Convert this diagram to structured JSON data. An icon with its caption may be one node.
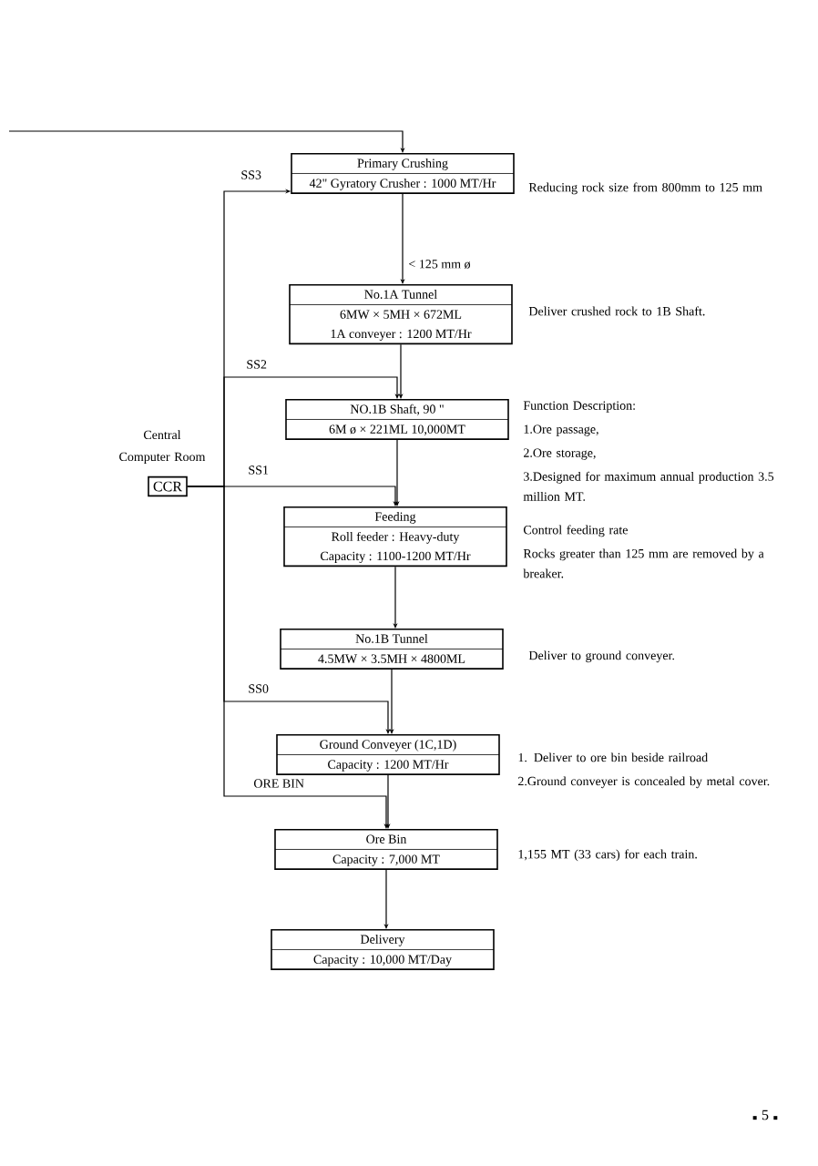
{
  "diagram": {
    "nodes": [
      {
        "text": [
          "Primary Crushing",
          "42\" Gyratory Crusher : 1000 MT/Hr"
        ],
        "beside": [
          "Reducing rock size from 800mm to 125 mm"
        ]
      },
      {
        "text": [
          "No.1A Tunnel",
          "6MW × 5MH × 672ML",
          "1A conveyer : 1200 MT/Hr"
        ],
        "beside": [
          "Deliver crushed rock to 1B Shaft."
        ]
      },
      {
        "text": [
          "NO.1B Shaft, 90 \"",
          "6M ø × 221ML 10,000MT"
        ],
        "beside": [
          "Function Description:",
          "1.Ore passage,",
          "2.Ore storage,",
          "3.Designed for maximum annual production 3.5 million MT."
        ]
      },
      {
        "text": [
          "CCR"
        ],
        "beside": [
          "Central Computer Room"
        ]
      },
      {
        "text": [
          "Feeding",
          "Roll feeder : Heavy-duty",
          "Capacity : 1100-1200 MT/Hr"
        ],
        "beside": [
          "Control feeding rate",
          "Rocks greater than 125 mm are removed by a breaker."
        ]
      },
      {
        "text": [
          "No.1B Tunnel",
          "4.5MW × 3.5MH × 4800ML"
        ],
        "beside": [
          "Deliver to ground conveyer."
        ]
      },
      {
        "text": [
          "Ground Conveyer (1C,1D)",
          "Capacity : 1200 MT/Hr"
        ],
        "beside": [
          "1. Deliver to ore bin beside railroad",
          "2.Ground conveyer is concealed by metal cover."
        ]
      },
      {
        "text": [
          "Ore Bin",
          "Capacity : 7,000 MT"
        ],
        "beside": [
          "1,155 MT (33 cars) for each train."
        ]
      },
      {
        "text": [
          "Delivery",
          "Capacity : 10,000 MT/Day"
        ]
      }
    ],
    "edges": [
      {
        "from": null,
        "to": 0,
        "arrow": "to"
      },
      {
        "from": 0,
        "to": 1,
        "arrow": "to",
        "label": "< 125 mm ø"
      },
      {
        "from": 1,
        "to": 2,
        "arrow": "to"
      },
      {
        "from": 2,
        "to": 4,
        "arrow": "to"
      },
      {
        "from": 4,
        "to": 5,
        "arrow": "to"
      },
      {
        "from": 5,
        "to": 6,
        "arrow": "to"
      },
      {
        "from": 6,
        "to": 7,
        "arrow": "to"
      },
      {
        "from": 7,
        "to": 8,
        "arrow": "to"
      },
      {
        "from": 3,
        "to": 0,
        "arrow": "to",
        "label": "SS3"
      },
      {
        "from": 3,
        "to": 2,
        "arrow": "to",
        "label": "SS2"
      },
      {
        "from": 3,
        "to": 4,
        "arrow": "to",
        "label": "SS1"
      },
      {
        "from": 3,
        "to": 6,
        "arrow": "to",
        "label": "SS0"
      },
      {
        "from": 3,
        "to": 7,
        "arrow": "to",
        "label": "ORE BIN"
      }
    ],
    "labels": [
      "5"
    ]
  }
}
